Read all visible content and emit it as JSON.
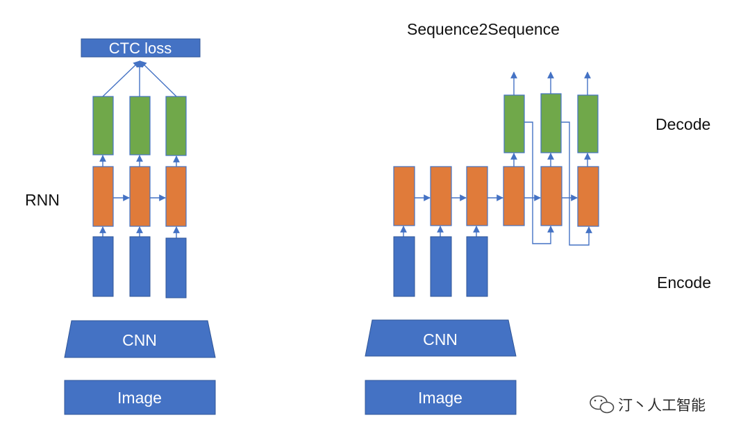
{
  "colors": {
    "blue": "#4472C4",
    "orange": "#E07B3A",
    "green": "#70A84A",
    "arrow": "#4472C4",
    "text": "#111111",
    "box_text": "#ffffff"
  },
  "left": {
    "loss_label": "CTC loss",
    "side_label": "RNN",
    "backbone_label": "CNN",
    "input_label": "Image",
    "columns": 3
  },
  "right": {
    "title": "Sequence2Sequence",
    "backbone_label": "CNN",
    "input_label": "Image",
    "decode_label": "Decode",
    "encode_label": "Encode",
    "encoder_columns": 3,
    "decoder_columns": 3
  },
  "watermark": {
    "text": "汀丶人工智能",
    "icon": "wechat-icon"
  }
}
